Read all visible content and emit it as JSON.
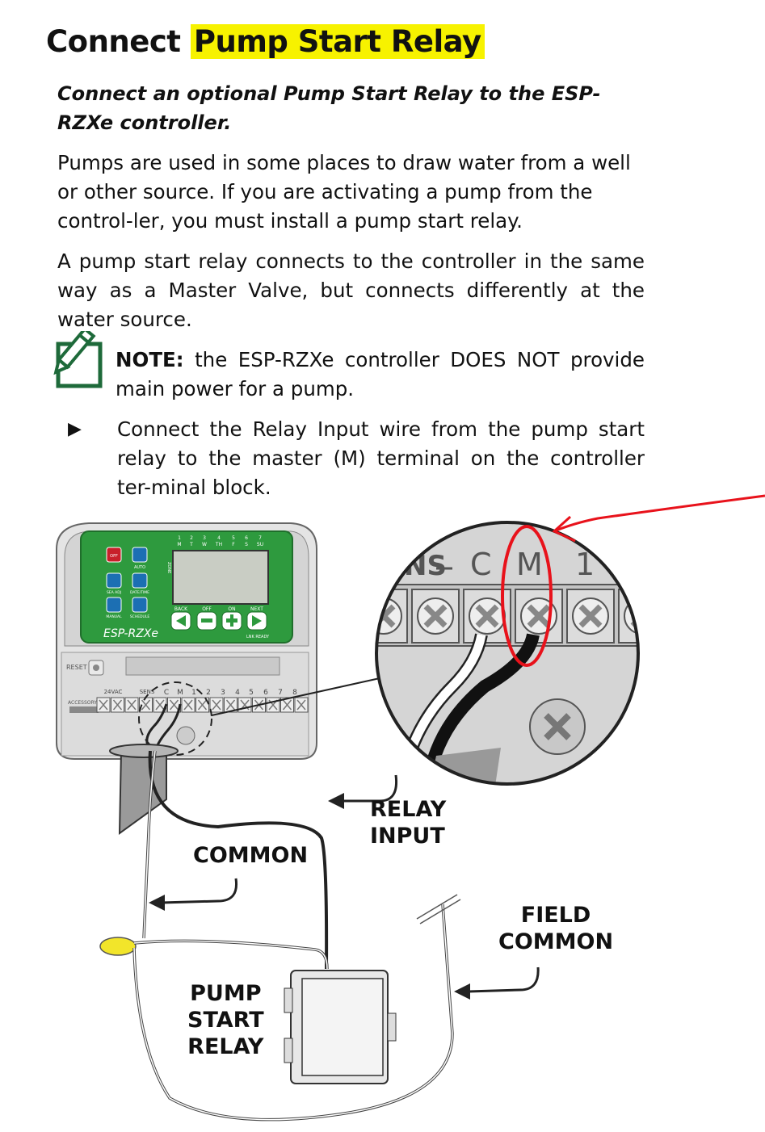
{
  "heading": {
    "prefix": "Connect",
    "highlight": "Pump Start Relay"
  },
  "subtitle": "Connect an optional Pump Start Relay to the ESP-RZXe controller.",
  "paragraphs": [
    "Pumps are used in some places to draw water from a well or other source. If you are activating a pump from the control-ler, you must install a pump start relay.",
    "A pump start relay connects to the controller in the same way as a Master Valve, but connects differently at the water source."
  ],
  "note": {
    "label": "NOTE:",
    "text": "the ESP-RZXe controller DOES NOT provide main power for a pump."
  },
  "bullet": "Connect the Relay Input wire from the pump start relay to the master (M) terminal on the controller ter-minal block.",
  "diagram": {
    "controller_model": "ESP-RZXe",
    "days": [
      "M",
      "T",
      "W",
      "TH",
      "F",
      "S",
      "SU"
    ],
    "day_numbers": [
      "1",
      "2",
      "3",
      "4",
      "5",
      "6",
      "7"
    ],
    "nav_labels": [
      "BACK",
      "OFF",
      "ON",
      "NEXT"
    ],
    "mode_buttons": [
      "OFF",
      "AUTO",
      "SEA ADJ",
      "DATE/TIME",
      "MANUAL",
      "SCHEDULE"
    ],
    "zone_label": "ZONE",
    "lnk_label": "LNK READY",
    "reset_label": "RESET",
    "accessory_label": "ACCESSORY",
    "terminal_labels": [
      "24VAC",
      "SENS",
      "C",
      "M",
      "1",
      "2",
      "3",
      "4",
      "5",
      "6",
      "7",
      "8"
    ],
    "zoom_labels": [
      "NS",
      "C",
      "M",
      "1"
    ],
    "labels": {
      "relay_input": [
        "RELAY",
        "INPUT"
      ],
      "common": "COMMON",
      "field_common": [
        "FIELD",
        "COMMON"
      ],
      "pump_start_relay": [
        "PUMP",
        "START",
        "RELAY"
      ]
    },
    "colors": {
      "controller_green": "#2e9a3e",
      "annotation_red": "#e8121b",
      "highlight_yellow": "#f7f200",
      "wire_nut": "#f2e52a"
    }
  }
}
